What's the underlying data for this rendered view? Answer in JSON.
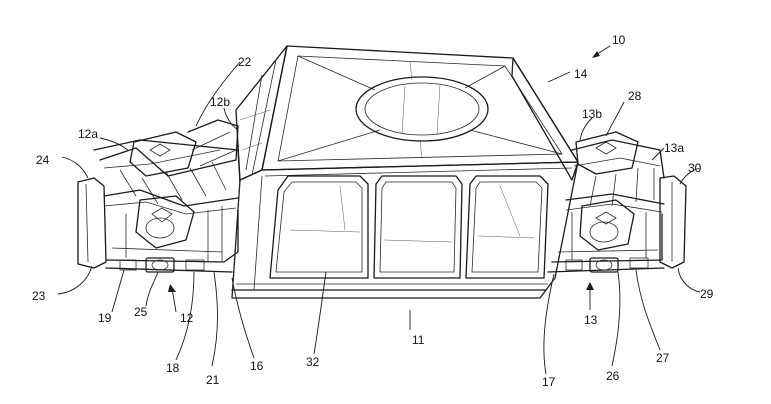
{
  "figure": {
    "reference_numerals": {
      "assembly": "10",
      "car_body": "11",
      "truck_left": "12",
      "truck_left_end": "12a",
      "truck_left_inner": "12b",
      "truck_right": "13",
      "truck_right_end": "13a",
      "truck_right_inner": "13b",
      "cab_frame": "14",
      "part_16": "16",
      "part_17": "17",
      "part_18": "18",
      "part_19": "19",
      "part_21": "21",
      "part_22": "22",
      "part_23": "23",
      "part_24": "24",
      "part_25": "25",
      "part_26": "26",
      "part_27": "27",
      "part_28": "28",
      "part_29": "29",
      "part_30": "30",
      "part_32": "32"
    }
  }
}
